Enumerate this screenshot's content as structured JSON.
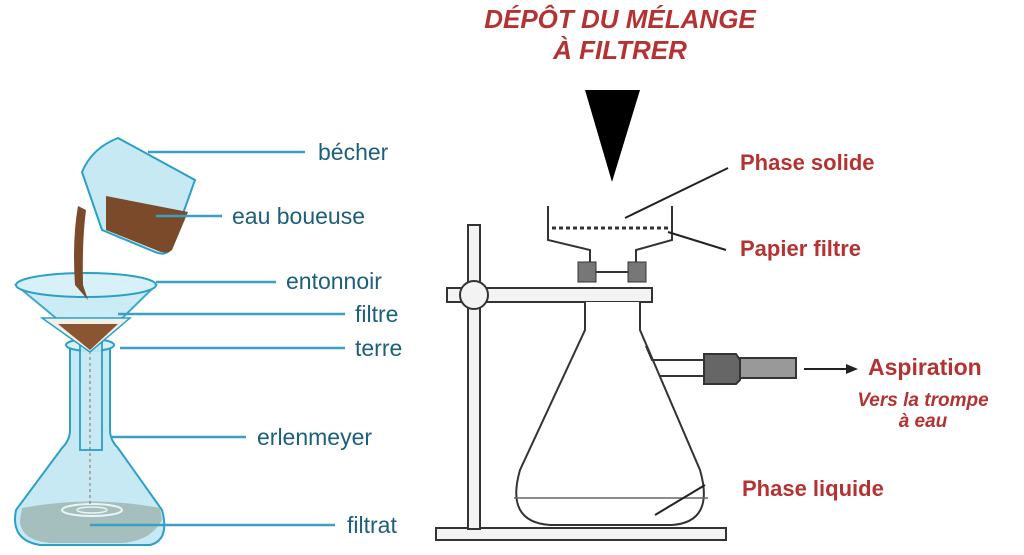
{
  "left_labels": {
    "becher": "bécher",
    "eau_boueuse": "eau boueuse",
    "entonnoir": "entonnoir",
    "filtre": "filtre",
    "terre": "terre",
    "erlenmeyer": "erlenmeyer",
    "filtrat": "filtrat"
  },
  "right_labels": {
    "title_line1": "DÉPÔT DU MÉLANGE",
    "title_line2": "À FILTRER",
    "phase_solide": "Phase solide",
    "papier_filtre": "Papier filtre",
    "aspiration": "Aspiration",
    "vers_line1": "Vers la trompe",
    "vers_line2": "à eau",
    "phase_liquide": "Phase liquide"
  },
  "colors": {
    "left_label_text": "#1c5f7a",
    "right_label_text": "#b53233",
    "glass_fill": "#bfe6f2",
    "glass_stroke": "#2aa0c8",
    "mud": "#7a4a2a"
  }
}
